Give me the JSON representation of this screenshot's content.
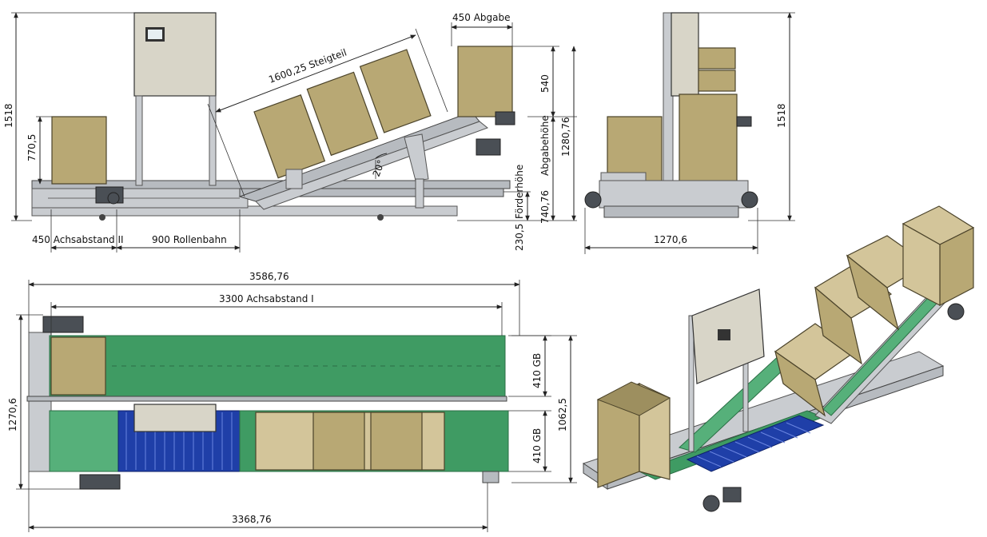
{
  "side_view": {
    "steigteil": "1600,25 Steigteil",
    "abgabe_width": "450 Abgabe",
    "height_total": "1518",
    "height_left": "770,5",
    "angle": "20°",
    "dim_540": "540",
    "dim_1280": "1280,76",
    "abgabehoehe_label": "Abgabehöhe",
    "dim_740": "740,76",
    "foerderhoehe_label": "Förderhöhe",
    "dim_230": "230,5",
    "achsabstand2": "450  Achsabstand II",
    "rollenbahn": "900 Rollenbahn"
  },
  "end_view": {
    "height": "1518",
    "width": "1270,6"
  },
  "top_view": {
    "overall_length": "3586,76",
    "achsabstand1": "3300  Achsabstand I",
    "width": "1270,6",
    "gb_upper": "410  GB",
    "gb_lower": "410  GB",
    "dim_1062": "1062,5",
    "bottom_length": "3368,76"
  }
}
